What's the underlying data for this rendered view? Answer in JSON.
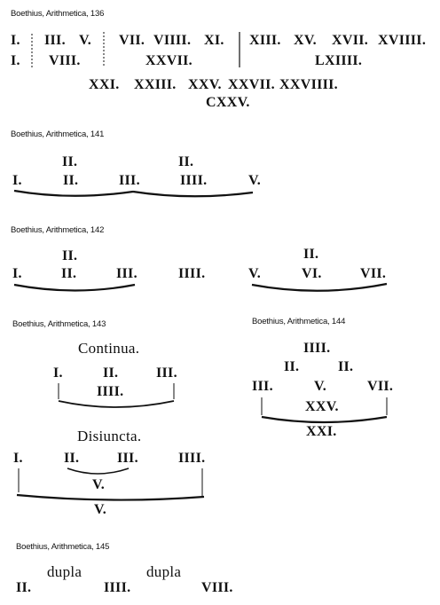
{
  "captions": {
    "f136": "Boethius, Arithmetica, 136",
    "f141": "Boethius, Arithmetica, 141",
    "f142": "Boethius, Arithmetica, 142",
    "f143": "Boethius, Arithmetica, 143",
    "f144": "Boethius, Arithmetica, 144",
    "f145": "Boethius, Arithmetica, 145"
  },
  "f136": {
    "row1": [
      "I.",
      "III.",
      "V.",
      "VII.",
      "VIIII.",
      "XI.",
      "XIII.",
      "XV.",
      "XVII.",
      "XVIIII."
    ],
    "row2": [
      "I.",
      "VIII.",
      "XXVII.",
      "LXIIII."
    ],
    "row3": [
      "XXI.",
      "XXIII.",
      "XXV.",
      "XXVII.",
      "XXVIIII."
    ],
    "row4": [
      "CXXV."
    ]
  },
  "f141": {
    "upper": [
      "II.",
      "II."
    ],
    "lower": [
      "I.",
      "II.",
      "III.",
      "IIII.",
      "V."
    ]
  },
  "f142": {
    "upper": [
      "II.",
      "II."
    ],
    "lower": [
      "I.",
      "II.",
      "III.",
      "IIII.",
      "V.",
      "VI.",
      "VII."
    ]
  },
  "f143": {
    "title_top": "Continua.",
    "top_row": [
      "I.",
      "II.",
      "III."
    ],
    "top_sum": "IIII.",
    "title_bottom": "Disiuncta.",
    "bottom_row": [
      "I.",
      "II.",
      "III.",
      "IIII."
    ],
    "inner_sum": "V.",
    "outer_sum": "V."
  },
  "f144": {
    "row1": [
      "IIII."
    ],
    "row2": [
      "II.",
      "II."
    ],
    "row3": [
      "III.",
      "V.",
      "VII."
    ],
    "row4": [
      "XXV."
    ],
    "row5": [
      "XXI."
    ]
  },
  "f145": {
    "words": [
      "dupla",
      "dupla"
    ],
    "numbers": [
      "II.",
      "IIII.",
      "VIII."
    ]
  }
}
